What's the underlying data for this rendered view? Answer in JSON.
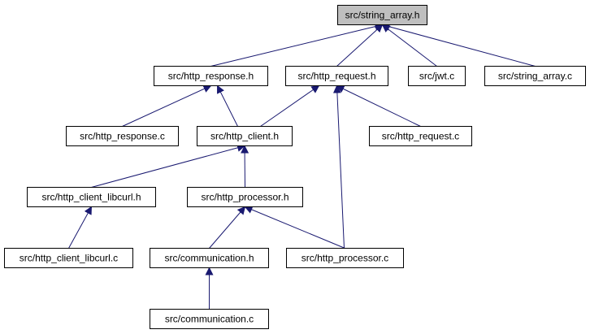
{
  "graph": {
    "colors": {
      "edge": "#191970",
      "root_fill": "#bfbfbf",
      "node_fill": "#ffffff",
      "border": "#000000"
    },
    "nodes": [
      {
        "id": "string_array_h",
        "label": "src/string_array.h",
        "root": true
      },
      {
        "id": "http_response_h",
        "label": "src/http_response.h"
      },
      {
        "id": "http_request_h",
        "label": "src/http_request.h"
      },
      {
        "id": "jwt_c",
        "label": "src/jwt.c"
      },
      {
        "id": "string_array_c",
        "label": "src/string_array.c"
      },
      {
        "id": "http_response_c",
        "label": "src/http_response.c"
      },
      {
        "id": "http_client_h",
        "label": "src/http_client.h"
      },
      {
        "id": "http_request_c",
        "label": "src/http_request.c"
      },
      {
        "id": "http_client_libcurl_h",
        "label": "src/http_client_libcurl.h"
      },
      {
        "id": "http_processor_h",
        "label": "src/http_processor.h"
      },
      {
        "id": "http_client_libcurl_c",
        "label": "src/http_client_libcurl.c"
      },
      {
        "id": "communication_h",
        "label": "src/communication.h"
      },
      {
        "id": "http_processor_c",
        "label": "src/http_processor.c"
      },
      {
        "id": "communication_c",
        "label": "src/communication.c"
      }
    ],
    "edges": [
      {
        "from": "http_response_h",
        "to": "string_array_h"
      },
      {
        "from": "http_request_h",
        "to": "string_array_h"
      },
      {
        "from": "jwt_c",
        "to": "string_array_h"
      },
      {
        "from": "string_array_c",
        "to": "string_array_h"
      },
      {
        "from": "http_response_c",
        "to": "http_response_h"
      },
      {
        "from": "http_client_h",
        "to": "http_response_h"
      },
      {
        "from": "http_client_h",
        "to": "http_request_h"
      },
      {
        "from": "http_request_c",
        "to": "http_request_h"
      },
      {
        "from": "http_processor_c",
        "to": "http_request_h"
      },
      {
        "from": "http_client_libcurl_h",
        "to": "http_client_h"
      },
      {
        "from": "http_processor_h",
        "to": "http_client_h"
      },
      {
        "from": "http_client_libcurl_c",
        "to": "http_client_libcurl_h"
      },
      {
        "from": "communication_h",
        "to": "http_processor_h"
      },
      {
        "from": "http_processor_c",
        "to": "http_processor_h"
      },
      {
        "from": "communication_c",
        "to": "communication_h"
      }
    ]
  }
}
